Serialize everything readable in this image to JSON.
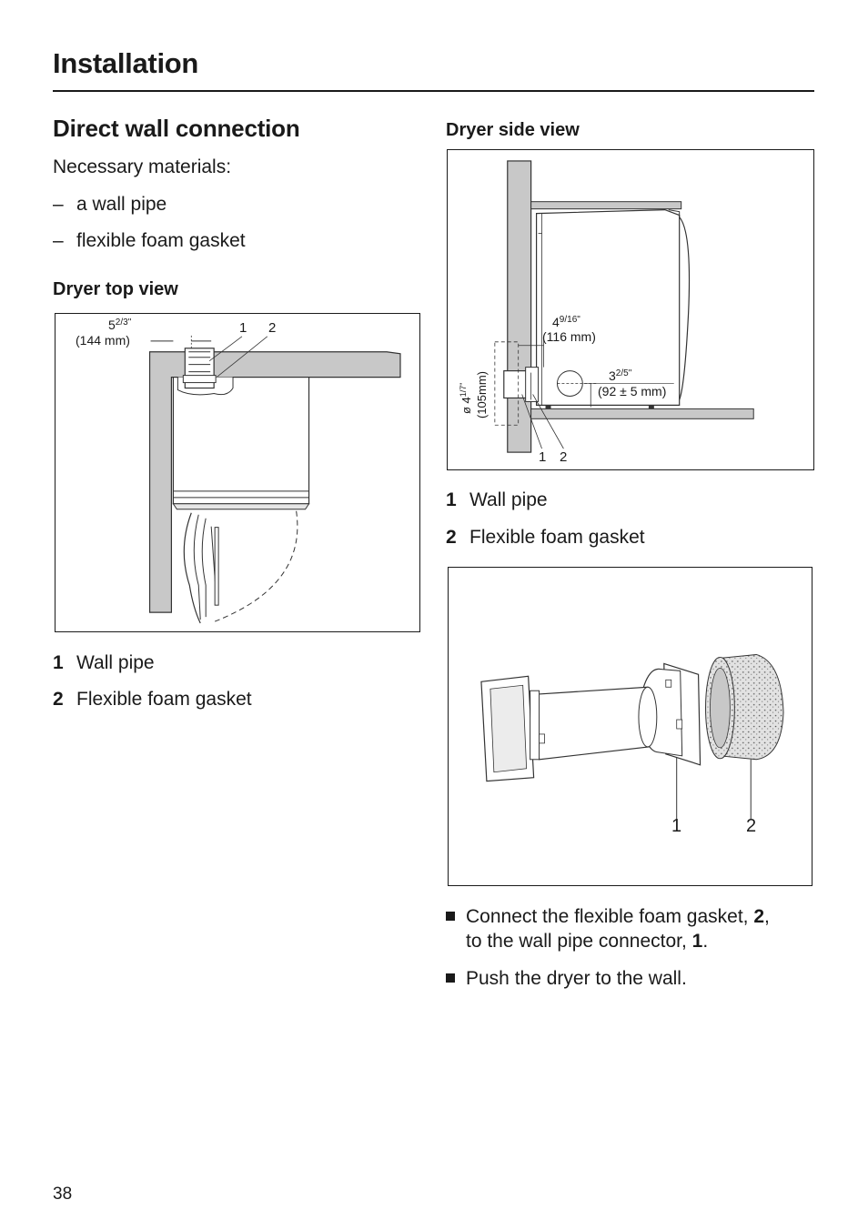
{
  "header": {
    "title": "Installation"
  },
  "left": {
    "section_title": "Direct wall connection",
    "intro": "Necessary materials:",
    "materials": [
      "a wall pipe",
      "flexible foam gasket"
    ],
    "top_view": {
      "heading": "Dryer top view",
      "dim_in_whole": "5",
      "dim_in_frac": "2/3\"",
      "dim_mm": "(144  mm)",
      "callout_1": "1",
      "callout_2": "2"
    },
    "legend": [
      {
        "num": "1",
        "label": "Wall pipe"
      },
      {
        "num": "2",
        "label": "Flexible foam gasket"
      }
    ]
  },
  "right": {
    "side_view": {
      "heading": "Dryer side view",
      "dim_depth_whole": "4",
      "dim_depth_frac": "9/16\"",
      "dim_depth_mm": "(116 mm)",
      "dim_height_whole": "3",
      "dim_height_frac": "2/5\"",
      "dim_height_mm": "(92 ± 5 mm)",
      "dim_diam": "ø  4",
      "dim_diam_frac": "1/7\"",
      "dim_diam_mm": "(105mm)",
      "callout_1": "1",
      "callout_2": "2"
    },
    "legend": [
      {
        "num": "1",
        "label": "Wall pipe"
      },
      {
        "num": "2",
        "label": "Flexible foam gasket"
      }
    ],
    "detail": {
      "callout_1": "1",
      "callout_2": "2"
    },
    "steps": [
      {
        "pre": "Connect the flexible foam gasket, ",
        "b1": "2",
        "mid1": ",",
        "line2": "to the wall pipe connector, ",
        "b2": "1",
        "end": "."
      },
      {
        "text": "Push the dryer to the wall."
      }
    ]
  },
  "footer": {
    "page_number": "38"
  }
}
